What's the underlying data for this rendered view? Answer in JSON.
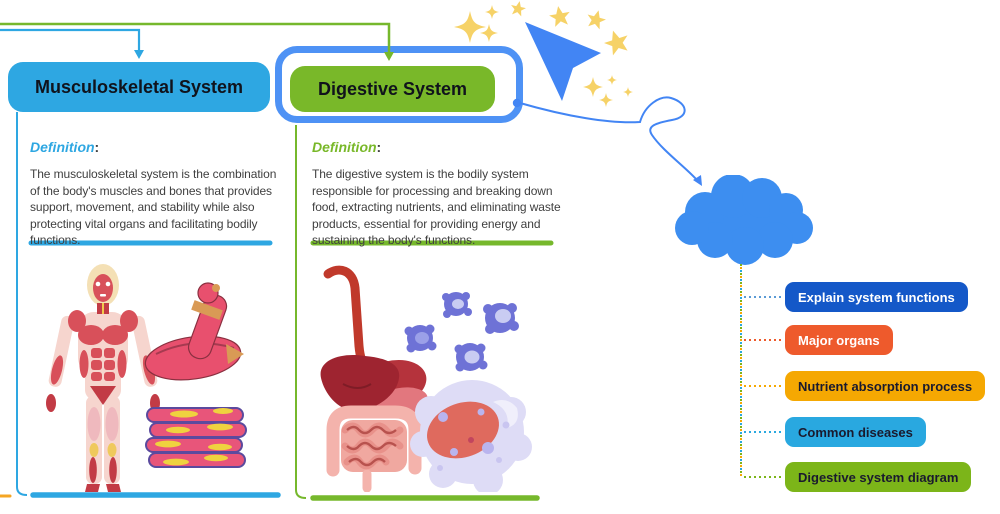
{
  "nodes": {
    "musculoskeletal": {
      "title": "Musculoskeletal System",
      "definition_label": "Definition",
      "definition_colon": ":",
      "definition_text": "The musculoskeletal system is the combination of the body's muscles and bones that provides support, movement, and stability while also protecting vital organs and facilitating bodily functions.",
      "accent_color": "#2EA7E2",
      "illustration": "muscular-body-flexed-arm-muscle-fibers"
    },
    "digestive": {
      "title": "Digestive System",
      "definition_label": "Definition",
      "definition_colon": ":",
      "definition_text": "The digestive system is the bodily system responsible for processing and breaking down food, extracting nutrients, and eliminating waste products, essential for providing energy and sustaining the body's functions.",
      "accent_color": "#79B829",
      "selected": true,
      "selection_color": "#4E92F5",
      "illustration": "digestive-tract-microbes-cell"
    }
  },
  "branches": [
    {
      "label": "Explain system functions",
      "color": "#1458C8",
      "text_color": "#FFFFFF"
    },
    {
      "label": "Major organs",
      "color": "#EE5A2C",
      "text_color": "#FFFFFF"
    },
    {
      "label": "Nutrient absorption process",
      "color": "#F5A802",
      "text_color": "#1A1A2E"
    },
    {
      "label": "Common diseases",
      "color": "#29A8E0",
      "text_color": "#1A1A2E"
    },
    {
      "label": "Digestive system diagram",
      "color": "#7CB519",
      "text_color": "#1A1A2E"
    }
  ],
  "decorations": {
    "cloud_color": "#3D8EF0",
    "cursor_color": "#4285F4",
    "sparkle_color": "#F6D267",
    "connector_blue": "#2EA7E2",
    "connector_green": "#76B82C",
    "curve_blue": "#4285F4"
  }
}
